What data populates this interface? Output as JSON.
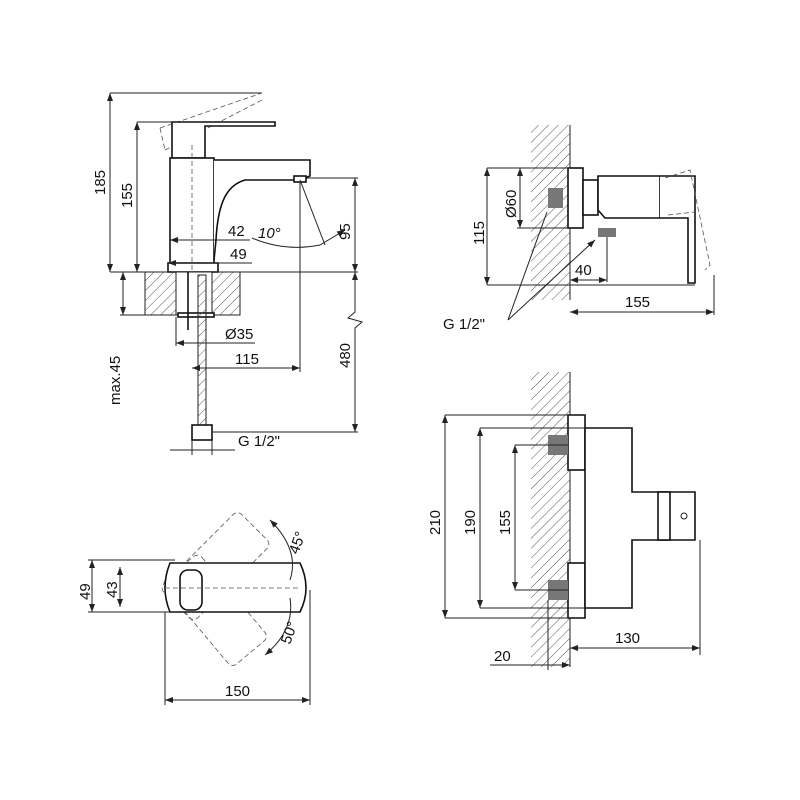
{
  "basin_mixer_side": {
    "dim_total_height": "185",
    "dim_spout_height": "155",
    "dim_spout_clearance": "95",
    "dim_body_diameter": "42",
    "dim_base_diameter": "49",
    "angle_spout": "10°",
    "dim_hole_diameter": "Ø35",
    "dim_spout_reach": "115",
    "dim_max_thickness": "max.45",
    "dim_hose_length": "480",
    "thread": "G 1/2\""
  },
  "shower_mixer_side": {
    "dim_height": "115",
    "dim_flange_diameter": "Ø60",
    "dim_outlet_offset": "40",
    "dim_depth": "155",
    "thread": "G 1/2\""
  },
  "basin_mixer_top": {
    "dim_width_outer": "49",
    "dim_width_inner": "43",
    "angle_left": "45°",
    "angle_right": "50°",
    "dim_length": "150"
  },
  "shower_mixer_front": {
    "dim_total_height": "210",
    "dim_body_height": "190",
    "dim_center_distance": "155",
    "dim_wall_offset": "20",
    "dim_projection": "130"
  }
}
